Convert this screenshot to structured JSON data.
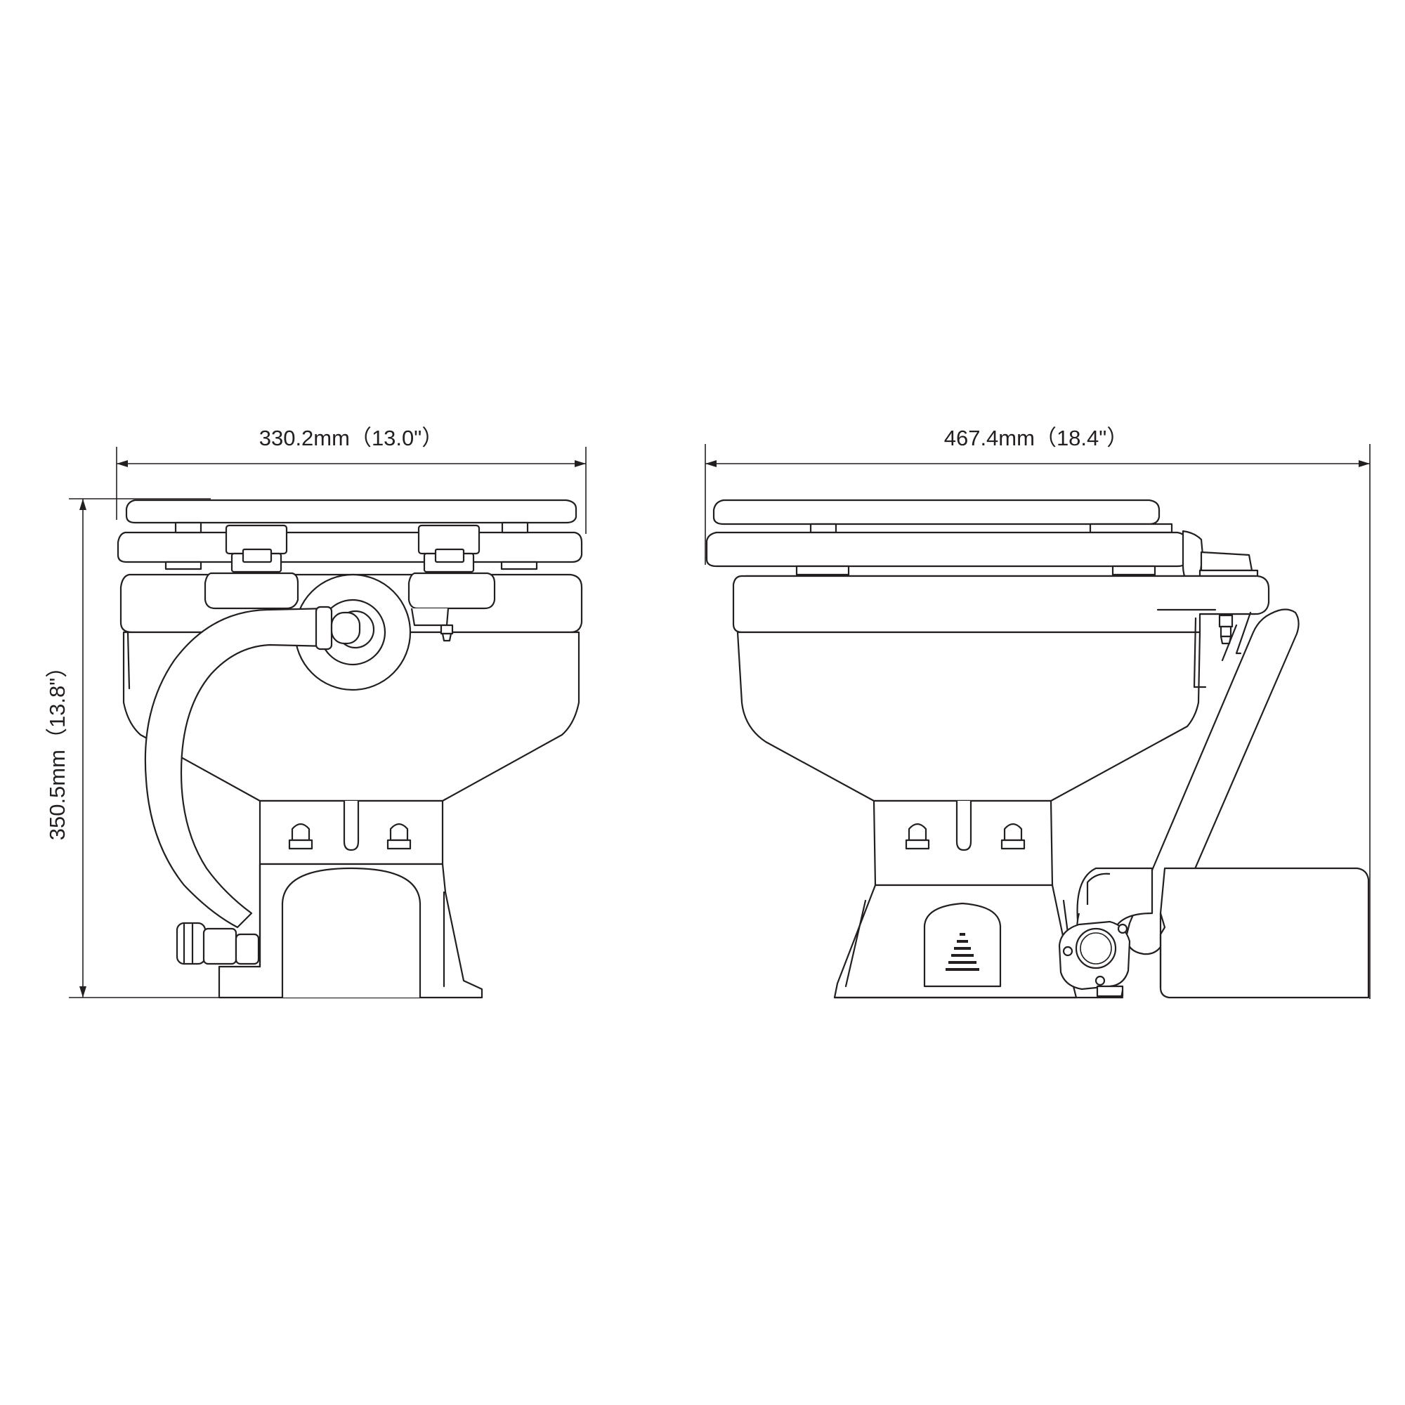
{
  "dimensions": {
    "front_width": "330.2mm（13.0\"）",
    "height": "350.5mm（13.8\"）",
    "side_length": "467.4mm（18.4\"）"
  },
  "colors": {
    "line": "#231f20",
    "background": "#ffffff"
  }
}
